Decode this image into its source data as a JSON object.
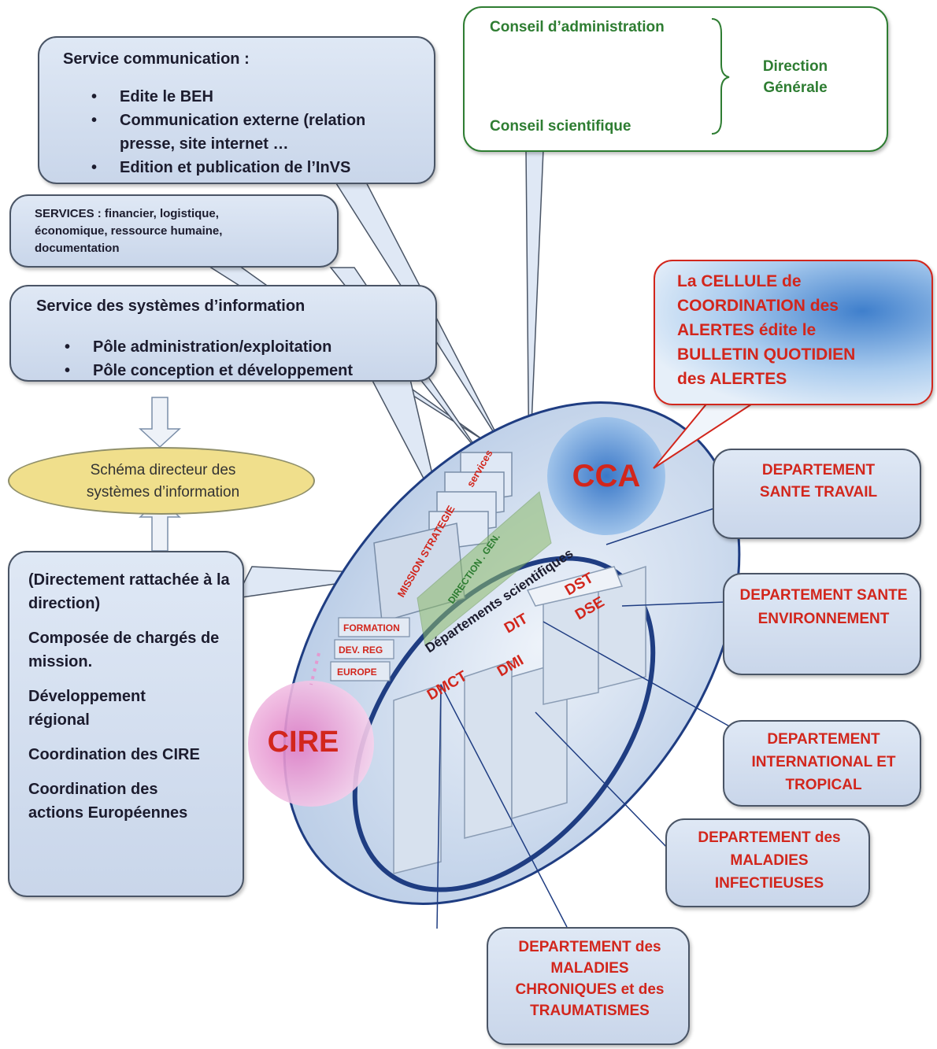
{
  "governance": {
    "conseil_admin": "Conseil d’administration",
    "conseil_scientifique": "Conseil scientifique",
    "direction_generale": "Direction Générale"
  },
  "service_communication": {
    "title": "Service communication :",
    "items": [
      "Edite le BEH",
      "Communication externe (relation presse, site internet …",
      "Edition et publication de l’InVS"
    ]
  },
  "services_box": {
    "text": "SERVICES : financier, logistique, économique, ressource humaine, documentation"
  },
  "ssi": {
    "title": "Service des systèmes d’information",
    "items": [
      "Pôle administration/exploitation",
      "Pôle conception et développement"
    ]
  },
  "schema": {
    "text": "Schéma directeur des systèmes d’information"
  },
  "mission_box": {
    "paragraphs": [
      "(Directement rattachée à la direction)",
      "Composée de chargés de mission.",
      "Développement régional",
      "Coordination des CIRE",
      "Coordination des actions Européennes"
    ]
  },
  "cca_callout": {
    "text": "La CELLULE de COORDINATION des ALERTES édite le BULLETIN QUOTIDIEN des ALERTES"
  },
  "departments": {
    "dst": "DEPARTEMENT SANTE TRAVAIL",
    "dse": "DEPARTEMENT SANTE ENVIRONNEMENT",
    "dit": "DEPARTEMENT INTERNATIONAL ET TROPICAL",
    "dmi": "DEPARTEMENT des MALADIES INFECTIEUSES",
    "dmct": "DEPARTEMENT des MALADIES CHRONIQUES et des TRAUMATISMES"
  },
  "central": {
    "cca": "CCA",
    "cire": "CIRE",
    "services": "services",
    "mission_strategie": "MISSION STRATEGIE",
    "direction_gen": "DIRECTION . GEN.",
    "formation": "FORMATION",
    "dev_reg": "DEV. REG",
    "europe": "EUROPE",
    "departements_scientifiques": "Départements scientifiques",
    "dst": "DST",
    "dse": "DSE",
    "dit": "DIT",
    "dmi": "DMI",
    "dmct": "DMCT"
  },
  "colors": {
    "red": "#d2261c",
    "green": "#2e7d32",
    "navy": "#1f3d82",
    "pink": "#e49ad0",
    "yellow": "#f0df8c",
    "box_fill": "#d5e0ef"
  }
}
